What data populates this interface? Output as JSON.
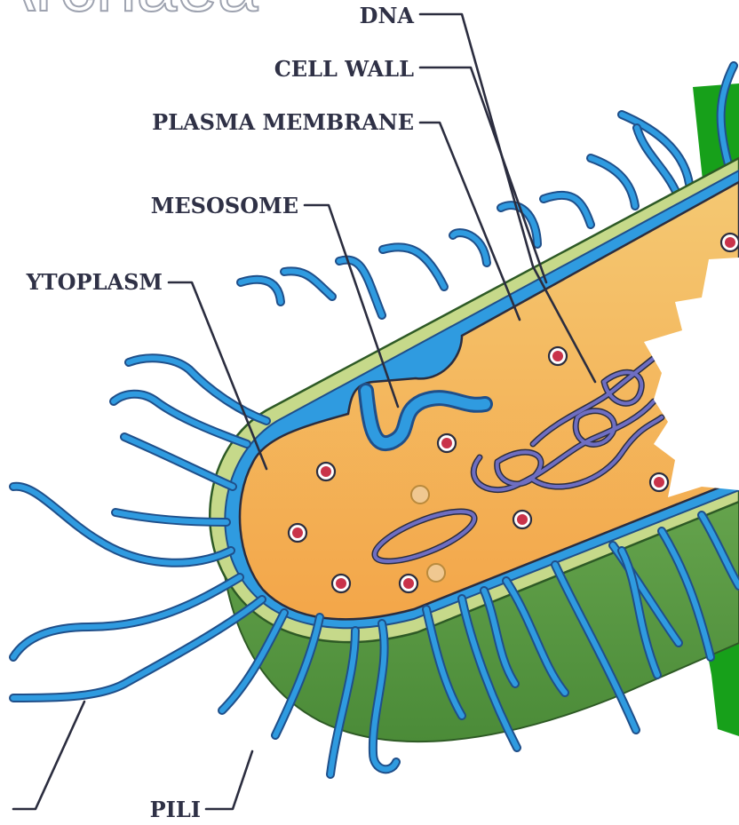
{
  "header": {
    "partial_title": "Archaea"
  },
  "labels": {
    "dna": "DNA",
    "cell_wall": "CELL WALL",
    "plasma_membrane": "PLASMA MEMBRANE",
    "mesosome": "MESOSOME",
    "cytoplasm": "YTOPLASM",
    "pili": "PILI"
  },
  "colors": {
    "cytoplasm": "#f7b653",
    "cell_wall": "#c6d98a",
    "membrane": "#2f9be0",
    "capsule": "#5f9c45",
    "pili": "#2f9be0",
    "dna": "#5a5aa8",
    "ribosome": "#c9334a",
    "text": "#2f3146",
    "green_block": "#17a01a"
  },
  "icons": {
    "dna": "dna-icon",
    "ribosome": "ribosome-icon",
    "pilus": "pilus-icon"
  }
}
